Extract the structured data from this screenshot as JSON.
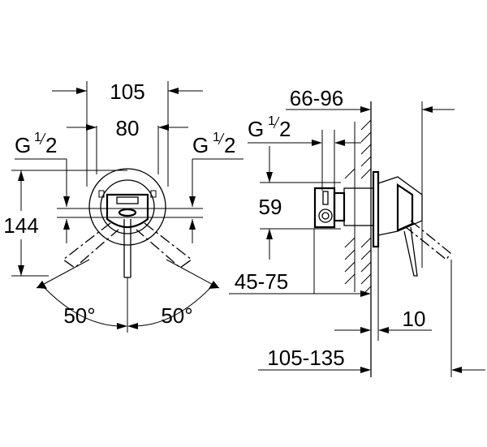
{
  "front_view": {
    "width_outer": "105",
    "width_inner": "80",
    "thread_left": {
      "base": "G",
      "num": "1",
      "den": "2"
    },
    "thread_right": {
      "base": "G",
      "num": "1",
      "den": "2"
    },
    "height": "144",
    "angle_left": "50°",
    "angle_right": "50°"
  },
  "side_view": {
    "depth_range": "66-96",
    "thread": {
      "base": "G",
      "num": "1",
      "den": "2"
    },
    "height": "59",
    "install_range": "45-75",
    "offset": "10",
    "total_range": "105-135"
  }
}
